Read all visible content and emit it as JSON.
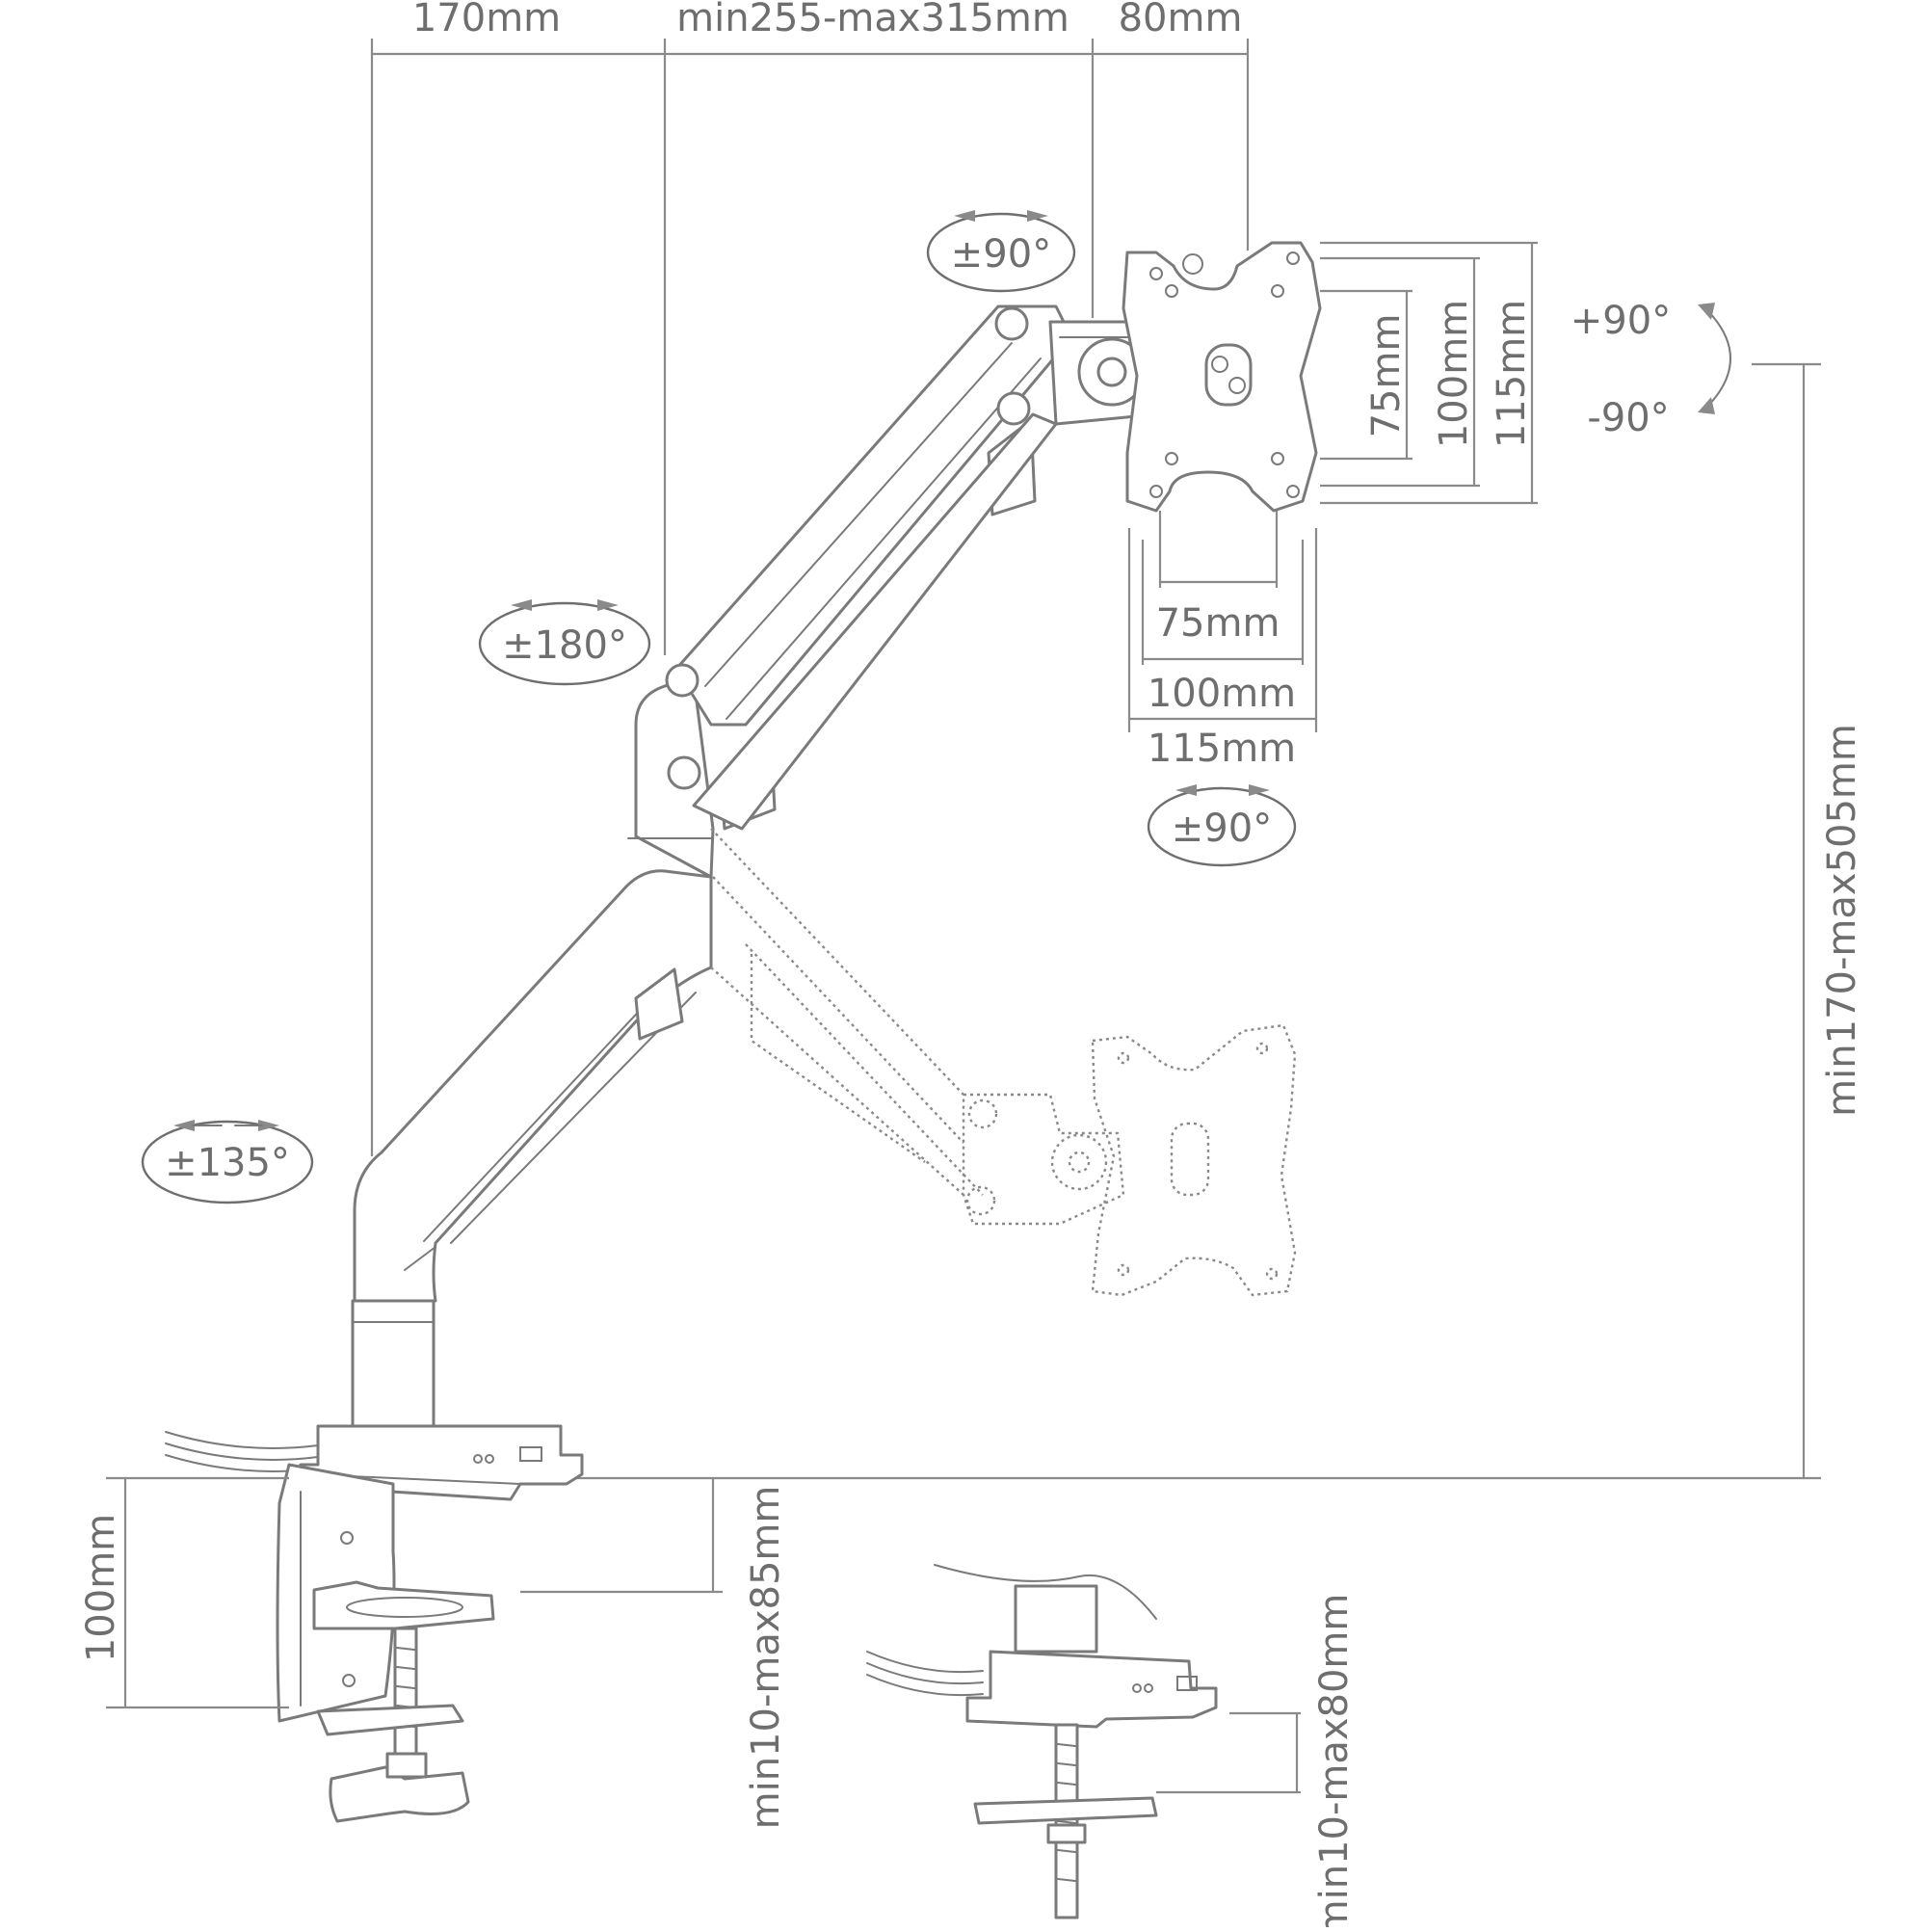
{
  "dimensions": {
    "arm_offset": "170mm",
    "arm_reach": "min255-max315mm",
    "head_depth": "80mm",
    "height_range": "min170-max505mm",
    "clamp_height": "100mm",
    "clamp_range": "min10-max85mm",
    "grommet_range": "min10-max80mm"
  },
  "vesa": {
    "h_75": "75mm",
    "h_100": "100mm",
    "h_115": "115mm",
    "v_75": "75mm",
    "v_100": "100mm",
    "v_115": "115mm"
  },
  "rotations": {
    "base": "±135°",
    "elbow": "±180°",
    "head_swivel": "±90°",
    "head_tilt": "±90°",
    "rotate_plus": "+90°",
    "rotate_minus": "-90°"
  },
  "colors": {
    "line": "#7a7a7a",
    "text": "#6e6e6e",
    "background": "#ffffff"
  }
}
